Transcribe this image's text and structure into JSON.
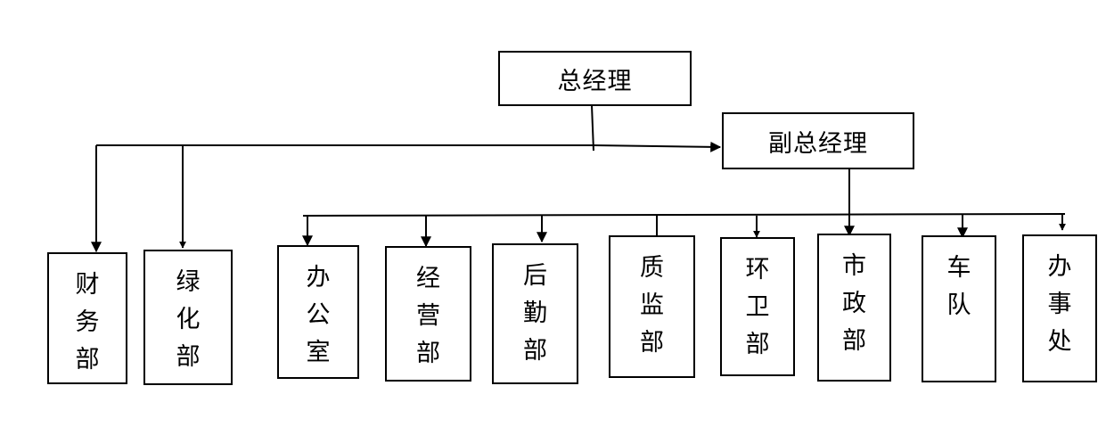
{
  "title": "",
  "top": {
    "gm": "总经理",
    "vgm": "副总经理"
  },
  "left_departments": [
    {
      "chars": [
        "财",
        "务",
        "部"
      ]
    },
    {
      "chars": [
        "绿",
        "化",
        "部"
      ]
    }
  ],
  "right_departments": [
    {
      "chars": [
        "办",
        "公",
        "室"
      ]
    },
    {
      "chars": [
        "经",
        "营",
        "部"
      ]
    },
    {
      "chars": [
        "后",
        "勤",
        "部"
      ]
    },
    {
      "chars": [
        "质",
        "监",
        "部"
      ]
    },
    {
      "chars": [
        "环",
        "卫",
        "部"
      ]
    },
    {
      "chars": [
        "市",
        "政",
        "部"
      ]
    },
    {
      "chars": [
        "车",
        "队"
      ]
    },
    {
      "chars": [
        "办",
        "事",
        "处"
      ]
    }
  ]
}
